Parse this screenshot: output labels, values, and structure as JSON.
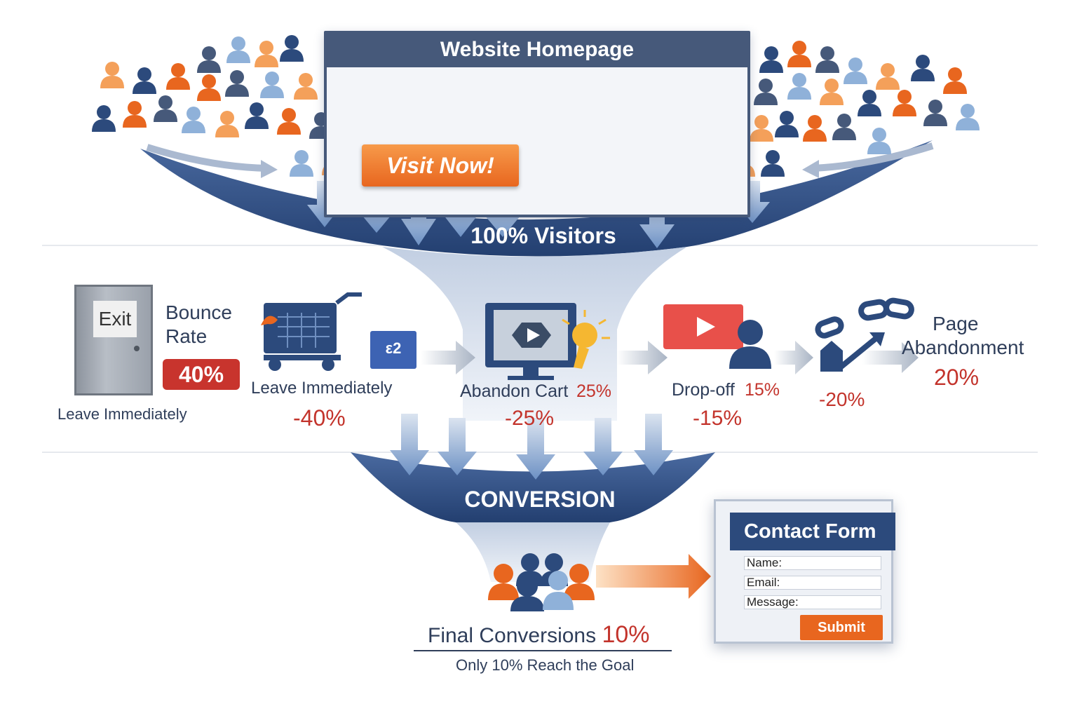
{
  "header": {
    "title": "Website Homepage",
    "cta_label": "Visit Now!"
  },
  "funnel": {
    "top_label": "100% Visitors",
    "mid_label": "CONVERSION"
  },
  "stages": {
    "bounce": {
      "title_line1": "Bounce",
      "title_line2": "Rate",
      "value": "40%",
      "caption": "Leave Immediately",
      "exit_sign": "Exit"
    },
    "leave": {
      "caption": "Leave Immediately",
      "delta": "-40%",
      "badge": "ε2"
    },
    "cart": {
      "caption": "Abandon Cart",
      "value": "25%",
      "delta": "-25%"
    },
    "dropoff": {
      "caption": "Drop-off",
      "value": "15%",
      "delta": "-15%"
    },
    "page": {
      "title_line1": "Page",
      "title_line2": "Abandonment",
      "value": "20%",
      "delta": "-20%"
    }
  },
  "final": {
    "label": "Final Conversions",
    "value": "10%",
    "subtitle": "Only 10% Reach the Goal"
  },
  "contact_form": {
    "title": "Contact Form",
    "fields": [
      "Name:",
      "Email:",
      "Message:"
    ],
    "submit_label": "Submit"
  },
  "colors": {
    "navy": "#2c4a7c",
    "slate": "#46597a",
    "orange": "#e8661f",
    "light_orange": "#f4a05a",
    "light_blue": "#8fb1d9",
    "red": "#c3342c"
  }
}
